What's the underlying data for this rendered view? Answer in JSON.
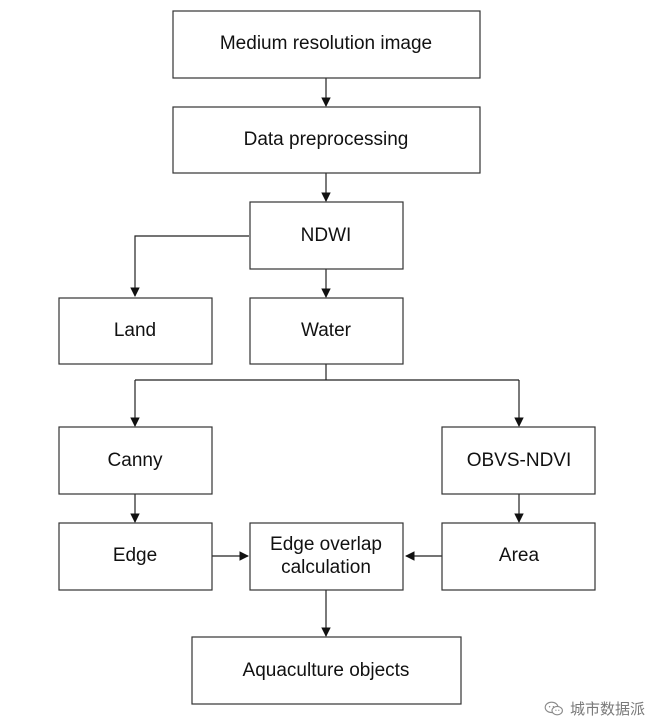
{
  "nodes": {
    "medium_resolution_image": "Medium resolution image",
    "data_preprocessing": "Data preprocessing",
    "ndwi": "NDWI",
    "land": "Land",
    "water": "Water",
    "canny": "Canny",
    "obvs_ndvi": "OBVS-NDVI",
    "edge": "Edge",
    "edge_overlap_calc": {
      "line1": "Edge overlap",
      "line2": "calculation"
    },
    "area": "Area",
    "aquaculture_objects": "Aquaculture objects"
  },
  "watermark": {
    "text": "城市数据派",
    "icon": "wechat-icon"
  },
  "colors": {
    "box_stroke": "#333333",
    "text": "#111111",
    "watermark": "#7a7a7a"
  }
}
